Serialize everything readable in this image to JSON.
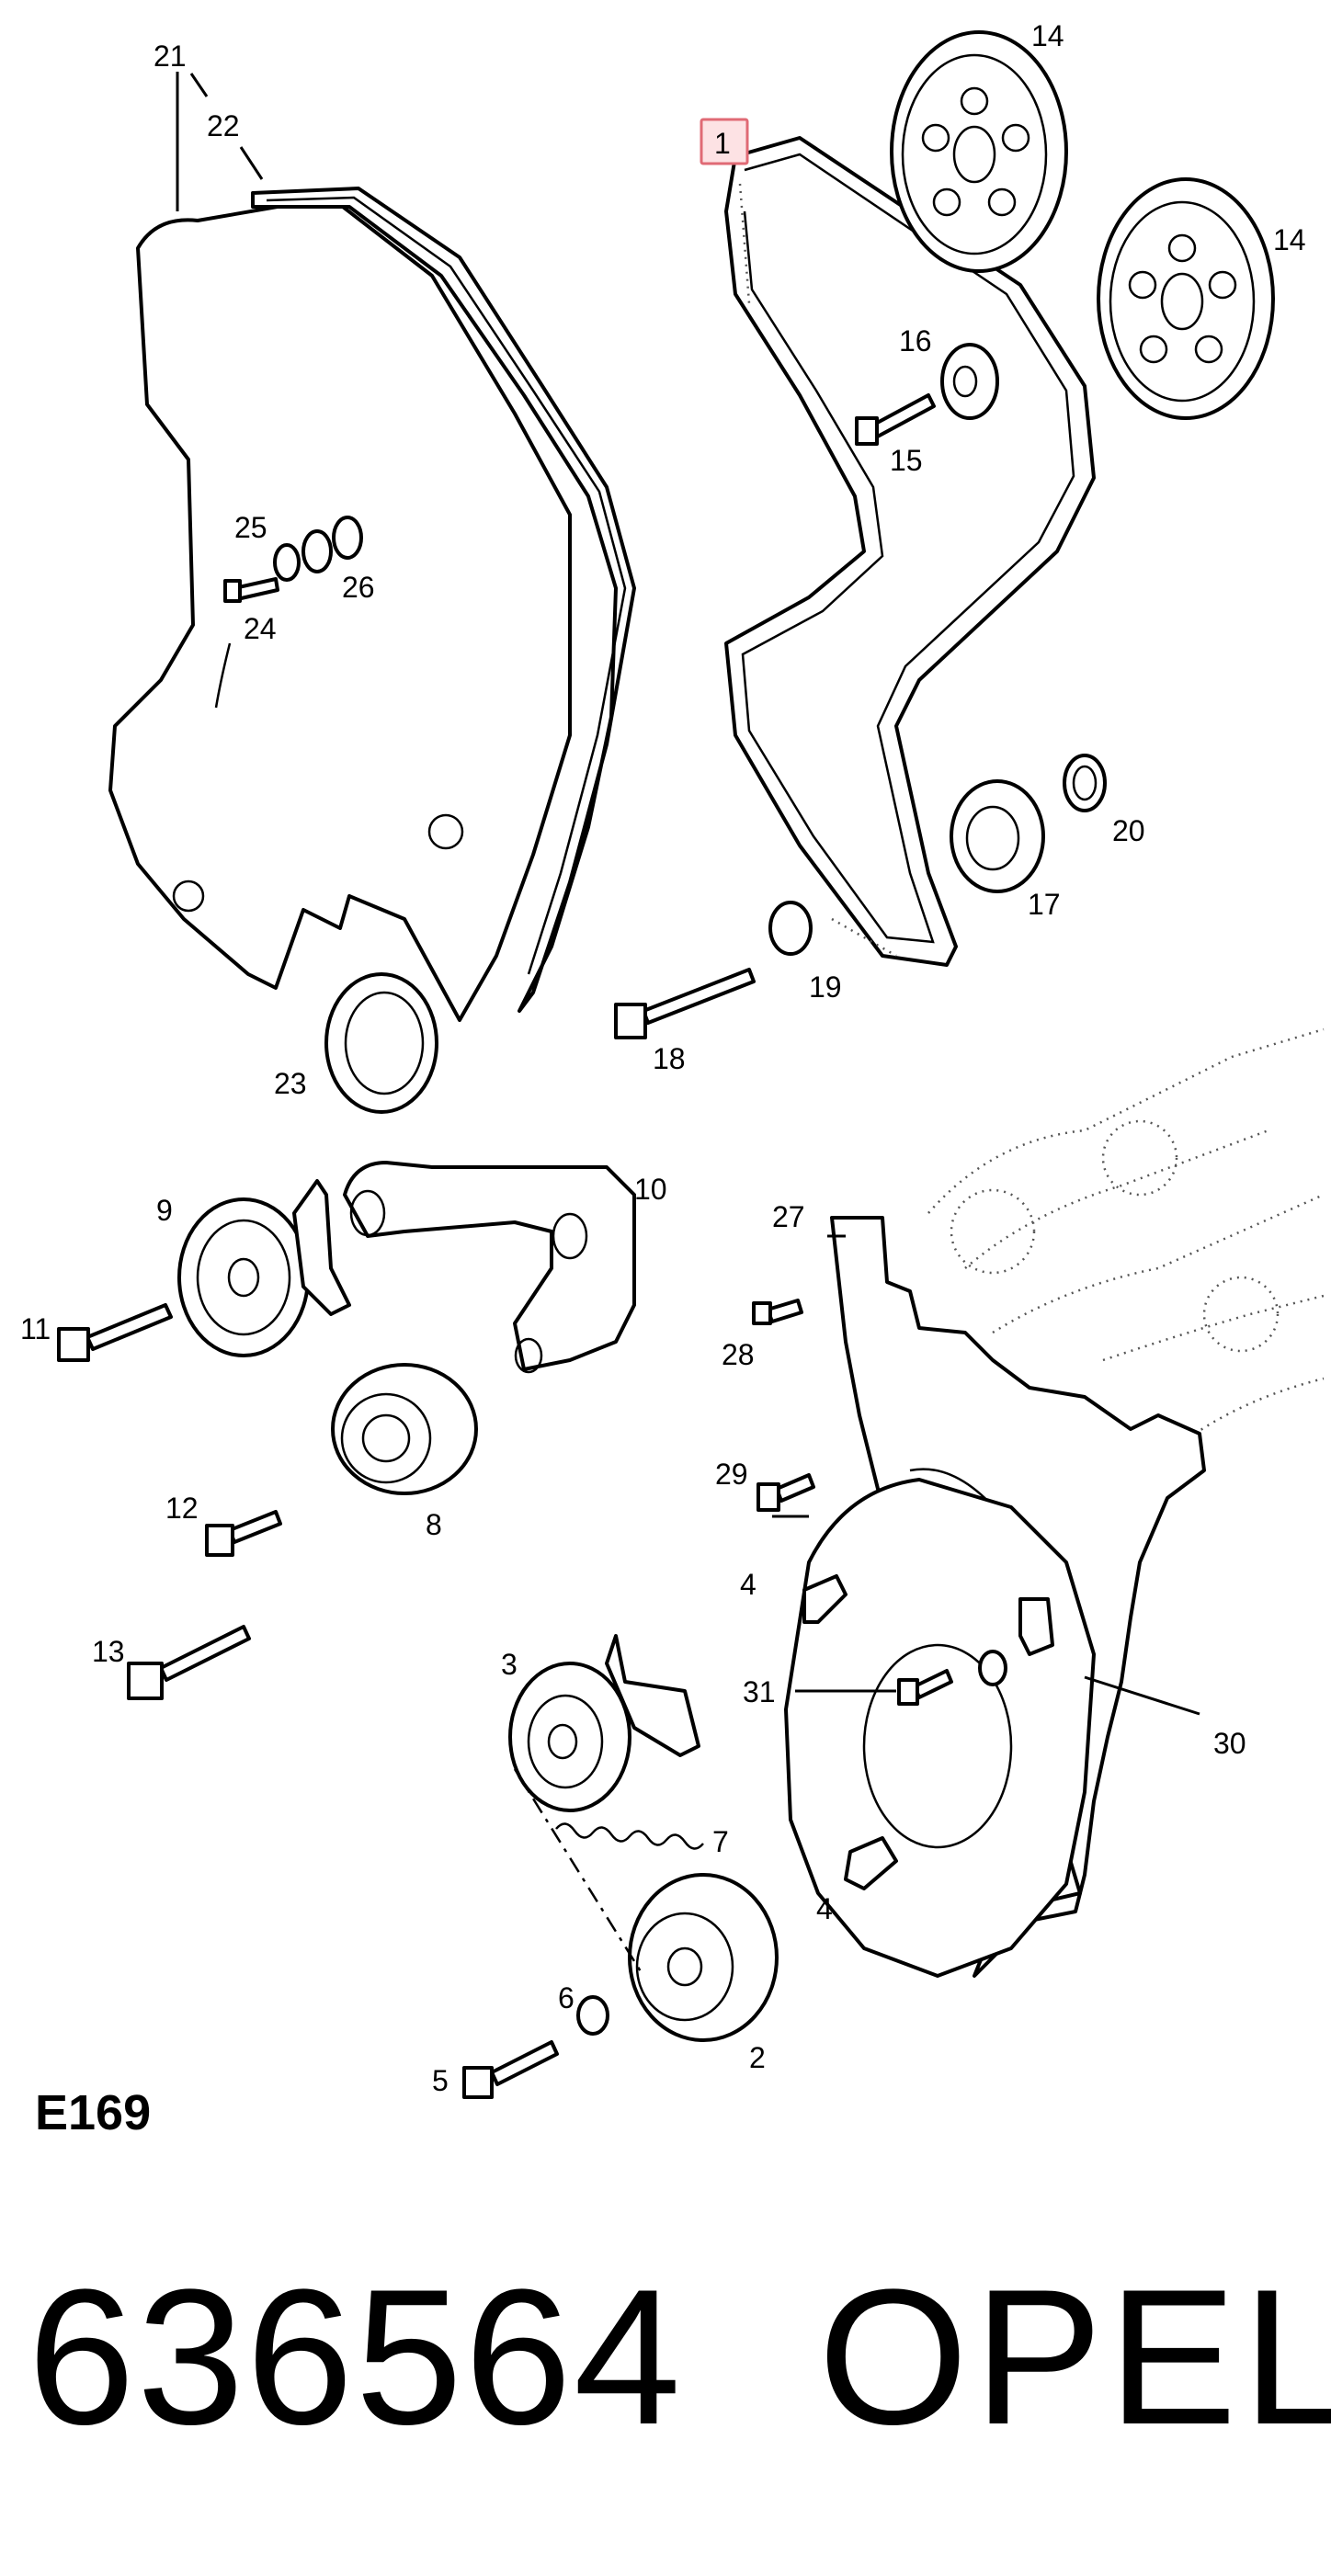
{
  "diagram": {
    "code": "E169",
    "highlighted_callout": "1",
    "callouts": [
      "1",
      "2",
      "3",
      "4",
      "4",
      "5",
      "6",
      "7",
      "8",
      "9",
      "10",
      "11",
      "12",
      "13",
      "14",
      "14",
      "15",
      "16",
      "17",
      "18",
      "19",
      "20",
      "21",
      "22",
      "23",
      "24",
      "25",
      "26",
      "27",
      "28",
      "29",
      "30",
      "31"
    ]
  },
  "footer": {
    "part_number": "636564",
    "brand": "OPEL"
  },
  "colors": {
    "highlight_fill": "#fde2e4",
    "highlight_border": "#e06a75",
    "line": "#000000"
  }
}
